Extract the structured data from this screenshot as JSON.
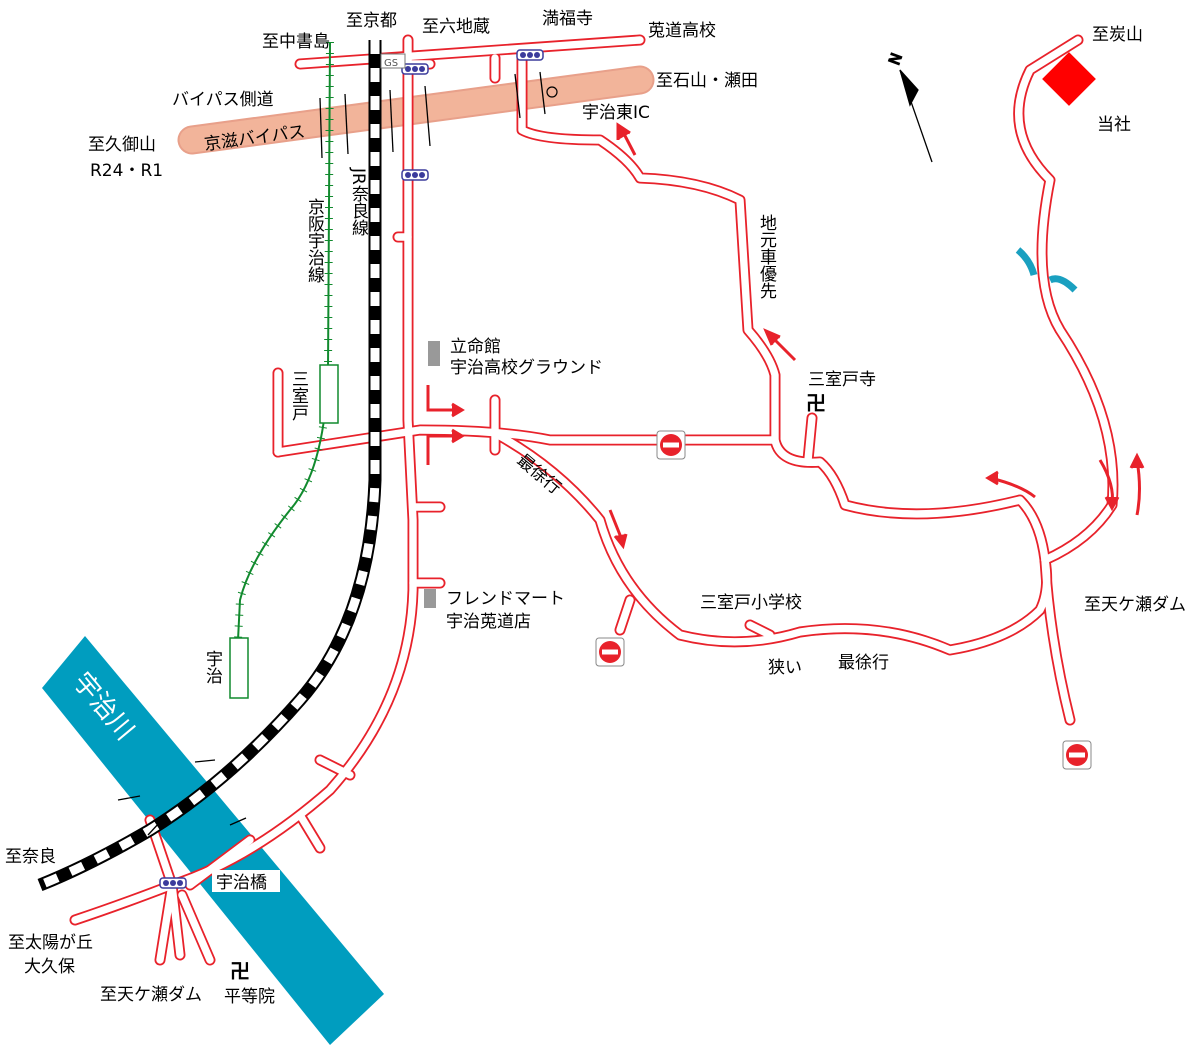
{
  "labels": {
    "to_nakashojima": "至中書島",
    "to_kyoto": "至京都",
    "to_rokujizo": "至六地蔵",
    "manpukuji": "満福寺",
    "todo_high": "莵道高校",
    "to_ishiyama": "至石山・瀬田",
    "bypass_side": "バイパス側道",
    "to_kumiyama": "至久御山",
    "r24": "R24・R1",
    "keiji_bypass": "京滋バイパス",
    "uji_higashi_ic": "宇治東IC",
    "to_sumiyama": "至炭山",
    "our_company": "当社",
    "jr_nara_line": "JR奈良線",
    "keihan_uji_line": "京阪宇治線",
    "local_car_priority": "地元車優先",
    "ritsumeikan_1": "立命館",
    "ritsumeikan_2": "宇治高校グラウンド",
    "mimurotoji": "三室戸寺",
    "mimurodo_station": "三室戸",
    "saijokou_1": "最徐行",
    "friendmart_1": "フレンドマート",
    "friendmart_2": "宇治莵道店",
    "mimurodo_school": "三室戸小学校",
    "to_amagase_dam_1": "至天ケ瀬ダム",
    "narrow": "狭い",
    "saijokou_2": "最徐行",
    "uji_station": "宇治",
    "uji_river": "宇治川",
    "to_nara": "至奈良",
    "uji_bridge": "宇治橋",
    "to_taiyogaoka_1": "至太陽が丘",
    "to_taiyogaoka_2": "大久保",
    "to_amagase_dam_2": "至天ケ瀬ダム",
    "byodoin": "平等院",
    "temple_symbol": "卍",
    "gs": "GS"
  },
  "colors": {
    "road": "#e8222b",
    "river": "#009dbf",
    "bypass": "#f2b49a",
    "keihan": "#118a2e",
    "company": "#ff0000",
    "arrow": "#e8222b",
    "signal": "#3b3b9c"
  },
  "icons": [
    "north-arrow-icon",
    "traffic-signal-icon",
    "no-entry-icon",
    "temple-icon",
    "company-marker-icon",
    "station-icon"
  ]
}
